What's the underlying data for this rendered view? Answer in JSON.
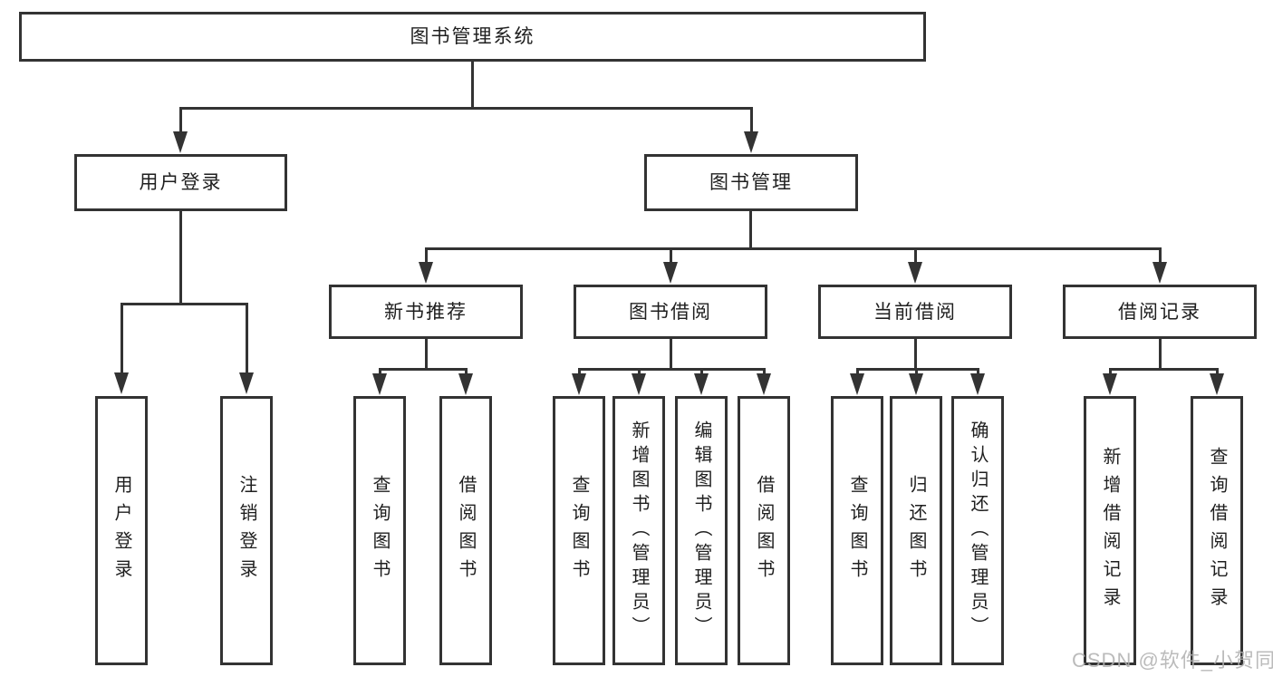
{
  "colors": {
    "line": "#333333",
    "text": "#1f1f1f",
    "watermark": "#b0b0b0",
    "background": "#ffffff"
  },
  "root": {
    "label": "图书管理系统"
  },
  "level2": {
    "user_login": {
      "label": "用户登录"
    },
    "book_management": {
      "label": "图书管理"
    }
  },
  "level3": {
    "new_book_recommend": {
      "label": "新书推荐"
    },
    "book_borrowing": {
      "label": "图书借阅"
    },
    "current_borrowing": {
      "label": "当前借阅"
    },
    "borrowing_records": {
      "label": "借阅记录"
    }
  },
  "leaves": {
    "user_login": {
      "label": "用户登录"
    },
    "logout": {
      "label": "注销登录"
    },
    "query_books_recommend": {
      "label": "查询图书"
    },
    "borrow_books_recommend": {
      "label": "借阅图书"
    },
    "query_books_borrowing": {
      "label": "查询图书"
    },
    "add_books_admin": {
      "label": "新增图书（管理员）"
    },
    "edit_books_admin": {
      "label": "编辑图书（管理员）"
    },
    "borrow_books_borrowing": {
      "label": "借阅图书"
    },
    "query_books_current": {
      "label": "查询图书"
    },
    "return_books": {
      "label": "归还图书"
    },
    "confirm_return_admin": {
      "label": "确认归还（管理员）"
    },
    "add_borrow_record": {
      "label": "新增借阅记录"
    },
    "query_borrow_record": {
      "label": "查询借阅记录"
    }
  },
  "watermark": {
    "text": "CSDN @软件_小贺同学"
  }
}
